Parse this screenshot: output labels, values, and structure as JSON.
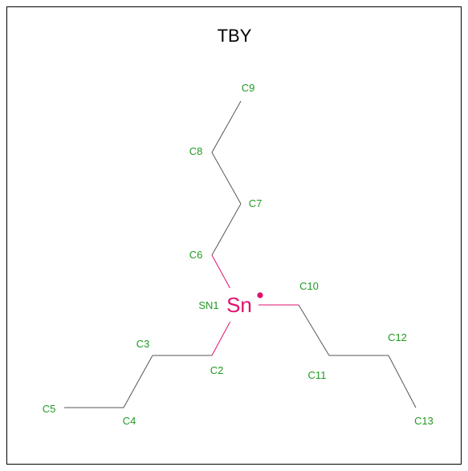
{
  "title": "TBY",
  "colors": {
    "carbon_label": "#229922",
    "tin": "#e0106e",
    "bond": "#555555",
    "frame": "#000000"
  },
  "atoms": {
    "sn_element": "Sn",
    "sn_label": "SN1",
    "c2": "C2",
    "c3": "C3",
    "c4": "C4",
    "c5": "C5",
    "c6": "C6",
    "c7": "C7",
    "c8": "C8",
    "c9": "C9",
    "c10": "C10",
    "c11": "C11",
    "c12": "C12",
    "c13": "C13"
  },
  "bonds": [
    [
      "sn1",
      "c2"
    ],
    [
      "c2",
      "c3"
    ],
    [
      "c3",
      "c4"
    ],
    [
      "c4",
      "c5"
    ],
    [
      "sn1",
      "c6"
    ],
    [
      "c6",
      "c7"
    ],
    [
      "c7",
      "c8"
    ],
    [
      "c8",
      "c9"
    ],
    [
      "sn1",
      "c10"
    ],
    [
      "c10",
      "c11"
    ],
    [
      "c11",
      "c12"
    ],
    [
      "c12",
      "c13"
    ]
  ],
  "radical": true
}
